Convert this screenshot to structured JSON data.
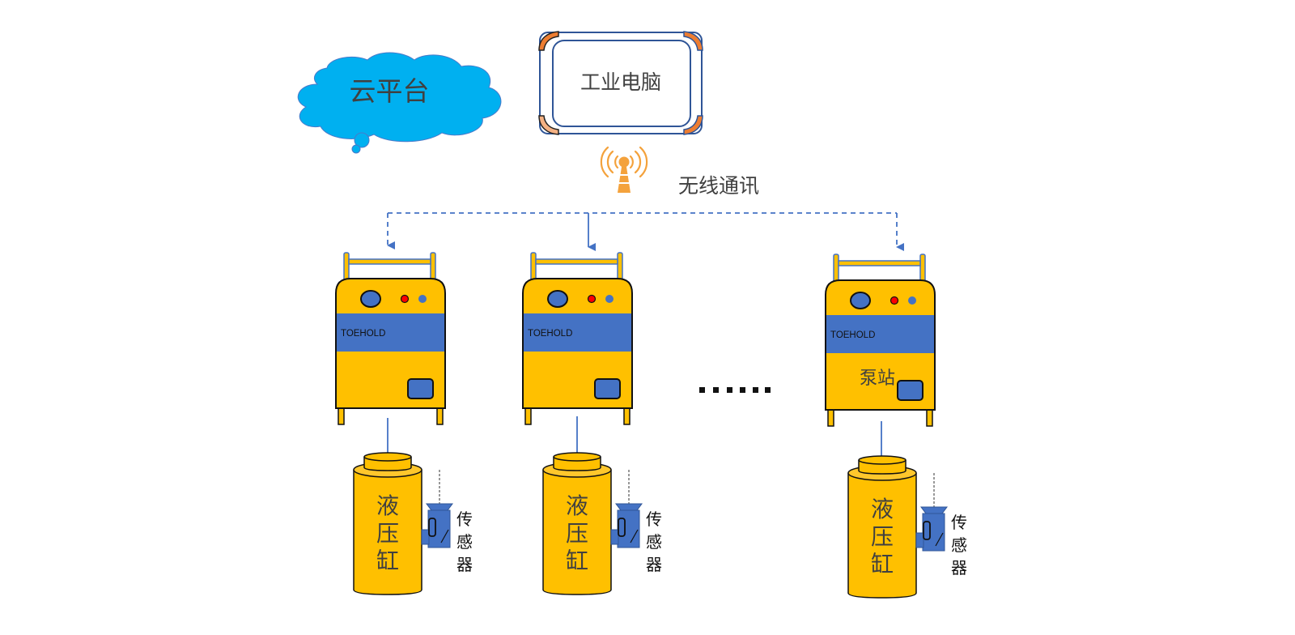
{
  "cloud": {
    "label": "云平台",
    "color": "#00b0f0"
  },
  "computer": {
    "label": "工业电脑",
    "frame_color": "#2f5597",
    "corner_color": "#ed7d31"
  },
  "wireless": {
    "label": "无线通讯",
    "antenna_color": "#f4a23c"
  },
  "connector": {
    "line_color": "#4472c4"
  },
  "pump_stations": [
    {
      "brand": "TOEHOLD",
      "label": "",
      "link": "dashed"
    },
    {
      "brand": "TOEHOLD",
      "label": "",
      "link": "solid"
    },
    {
      "brand": "TOEHOLD",
      "label": "泵站",
      "link": "dashed"
    }
  ],
  "ellipsis": "......",
  "cylinders": [
    {
      "label_chars": [
        "液",
        "压",
        "缸"
      ],
      "sensor_chars": [
        "传",
        "感",
        "器"
      ]
    },
    {
      "label_chars": [
        "液",
        "压",
        "缸"
      ],
      "sensor_chars": [
        "传",
        "感",
        "器"
      ]
    },
    {
      "label_chars": [
        "液",
        "压",
        "缸"
      ],
      "sensor_chars": [
        "传",
        "感",
        "器"
      ]
    }
  ],
  "colors": {
    "body_yellow": "#ffc000",
    "panel_blue": "#4472c4",
    "indicator_red": "#ff0000"
  }
}
